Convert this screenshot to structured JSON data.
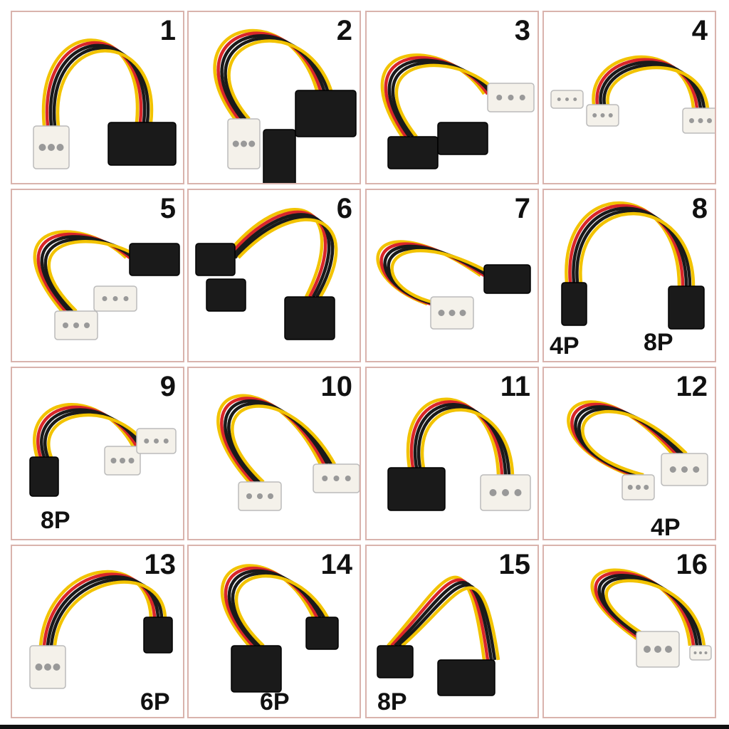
{
  "colors": {
    "border": "#d9b3ad",
    "yellow": "#f2c300",
    "red": "#d8262a",
    "black": "#1a1a1a",
    "molex": "#f4f1ea"
  },
  "cells": [
    {
      "number": "1",
      "connectors": [
        "molex",
        "sata-female"
      ]
    },
    {
      "number": "2",
      "connectors": [
        "molex",
        "sata-female",
        "sata-male"
      ]
    },
    {
      "number": "3",
      "connectors": [
        "sata-female",
        "sata-female",
        "molex"
      ]
    },
    {
      "number": "4",
      "connectors": [
        "molex",
        "molex",
        "molex"
      ]
    },
    {
      "number": "5",
      "connectors": [
        "sata-male",
        "molex",
        "molex"
      ]
    },
    {
      "number": "6",
      "connectors": [
        "sata-female",
        "sata-female",
        "sata-male"
      ]
    },
    {
      "number": "7",
      "connectors": [
        "sata-female",
        "molex"
      ]
    },
    {
      "number": "8",
      "connectors": [
        "4-pin",
        "8-pin"
      ],
      "labels": [
        "4P",
        "8P"
      ]
    },
    {
      "number": "9",
      "connectors": [
        "8-pin",
        "molex",
        "molex"
      ],
      "labels": [
        "8P"
      ]
    },
    {
      "number": "10",
      "connectors": [
        "molex",
        "molex"
      ]
    },
    {
      "number": "11",
      "connectors": [
        "sata-male",
        "molex"
      ]
    },
    {
      "number": "12",
      "connectors": [
        "4-pin",
        "molex"
      ],
      "labels": [
        "4P"
      ]
    },
    {
      "number": "13",
      "connectors": [
        "molex",
        "6-pin"
      ],
      "labels": [
        "6P"
      ]
    },
    {
      "number": "14",
      "connectors": [
        "sata-male",
        "6-pin"
      ],
      "labels": [
        "6P"
      ]
    },
    {
      "number": "15",
      "connectors": [
        "8-pin",
        "sata-male"
      ],
      "labels": [
        "8P"
      ]
    },
    {
      "number": "16",
      "connectors": [
        "molex",
        "small-4-pin"
      ]
    }
  ]
}
